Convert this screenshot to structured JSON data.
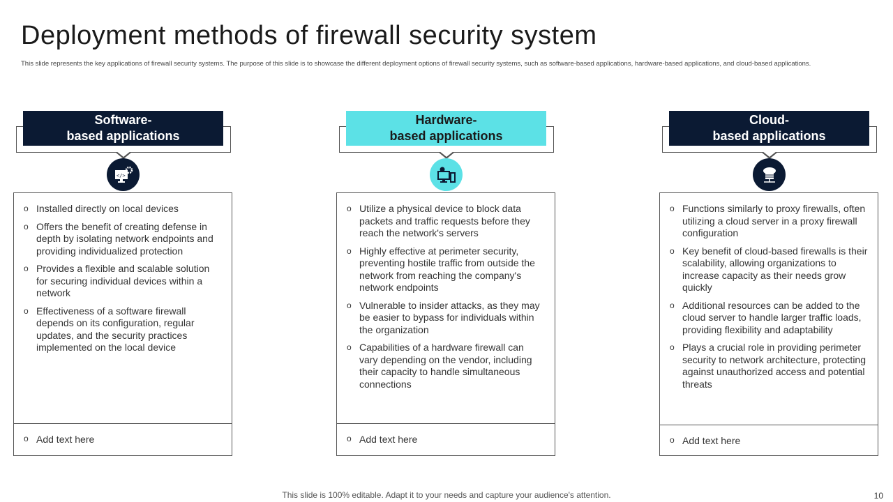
{
  "title": "Deployment methods of firewall security system",
  "subtitle": "This slide represents the key applications of firewall security systems. The purpose of this slide is to showcase the different deployment options of firewall security systems, such as software-based applications, hardware-based applications, and cloud-based applications.",
  "columns": [
    {
      "heading1": "Software-",
      "heading2": "based applications",
      "icon": "code-monitor-gear-icon",
      "items": [
        "Installed directly on local devices",
        "Offers the benefit of creating defense in depth by isolating network endpoints and providing individualized protection",
        "Provides a flexible and scalable solution for securing individual devices within a network",
        "Effectiveness of a software firewall depends on its configuration, regular updates, and the security practices implemented on the local device"
      ],
      "footer": "Add text here"
    },
    {
      "heading1": "Hardware-",
      "heading2": "based applications",
      "icon": "computer-hardware-icon",
      "items": [
        "Utilize a physical device to block data packets and traffic requests before they reach the network's servers",
        "Highly effective at perimeter security, preventing hostile traffic from outside the network from reaching the company's network endpoints",
        "Vulnerable to insider attacks, as they may be easier to bypass for individuals within the organization",
        "Capabilities of a hardware firewall can vary depending on the vendor, including their capacity to handle simultaneous connections"
      ],
      "footer": "Add text here"
    },
    {
      "heading1": "Cloud-",
      "heading2": "based applications",
      "icon": "cloud-database-icon",
      "items": [
        "Functions similarly to proxy firewalls, often utilizing a cloud server in a proxy firewall configuration",
        "Key benefit of cloud-based firewalls is their scalability, allowing organizations to increase capacity as their needs grow quickly",
        "Additional resources can be added to the cloud server to handle larger traffic loads, providing flexibility and adaptability",
        "Plays a crucial role in providing perimeter security to network architecture, protecting against unauthorized access and potential threats"
      ],
      "footer": "Add text here"
    }
  ],
  "footer": "This slide is 100% editable. Adapt it to your needs and capture your audience's attention.",
  "page_number": "10",
  "colors": {
    "navy": "#0b1a33",
    "cyan": "#5ce1e6"
  }
}
